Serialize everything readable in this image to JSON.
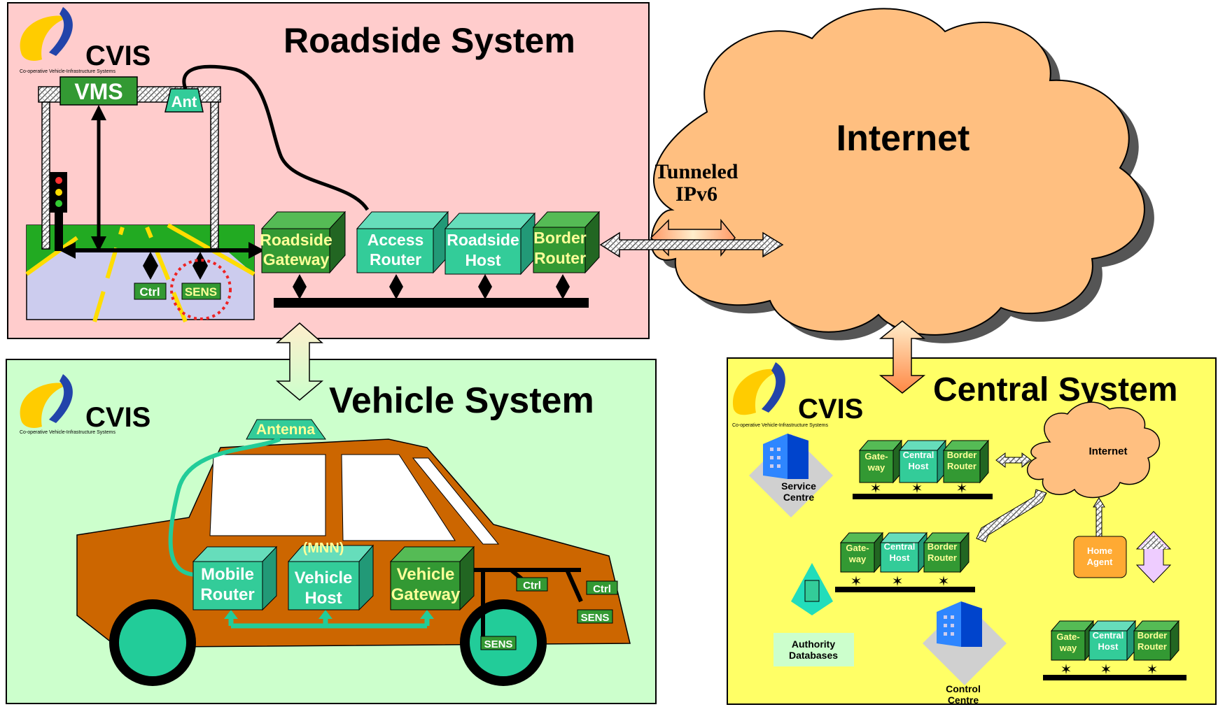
{
  "roadside": {
    "title": "Roadside System",
    "logo": "CVIS",
    "logo_sub": "Co-operative Vehicle-Infrastructure Systems",
    "vms": "VMS",
    "ant": "Ant",
    "ctrl": "Ctrl",
    "sens": "SENS",
    "gateway": [
      "Roadside",
      "Gateway"
    ],
    "access_router": [
      "Access",
      "Router"
    ],
    "host": [
      "Roadside",
      "Host"
    ],
    "border_router": [
      "Border",
      "Router"
    ]
  },
  "tunnel": [
    "Tunneled",
    "IPv6"
  ],
  "internet": {
    "title": "Internet"
  },
  "vehicle": {
    "title": "Vehicle System",
    "logo": "CVIS",
    "logo_sub": "Co-operative Vehicle-Infrastructure Systems",
    "antenna": "Antenna",
    "mnn": "(MNN)",
    "mobile_router": [
      "Mobile",
      "Router"
    ],
    "vehicle_host": [
      "Vehicle",
      "Host"
    ],
    "vehicle_gateway": [
      "Vehicle",
      "Gateway"
    ],
    "ctrl1": "Ctrl",
    "ctrl2": "Ctrl",
    "sens1": "SENS",
    "sens2": "SENS"
  },
  "central": {
    "title": "Central System",
    "logo": "CVIS",
    "logo_sub": "Co-operative Vehicle-Infrastructure Systems",
    "internet": "Internet",
    "service_centre": [
      "Service",
      "Centre"
    ],
    "authority_db": [
      "Authority",
      "Databases"
    ],
    "control_centre": [
      "Control",
      "Centre"
    ],
    "home_agent": [
      "Home",
      "Agent"
    ],
    "gateway": [
      "Gate-",
      "way"
    ],
    "central_host": [
      "Central",
      "Host"
    ],
    "border_router": [
      "Border",
      "Router"
    ]
  },
  "colors": {
    "roadside_bg": "#ffcccc",
    "vehicle_bg": "#ccffcc",
    "central_bg": "#ffff66",
    "cloud": "#ffbf80",
    "box_teal": "#33cc99",
    "box_green": "#339933",
    "car": "#cc6600",
    "label_yellow": "#ffff99"
  }
}
